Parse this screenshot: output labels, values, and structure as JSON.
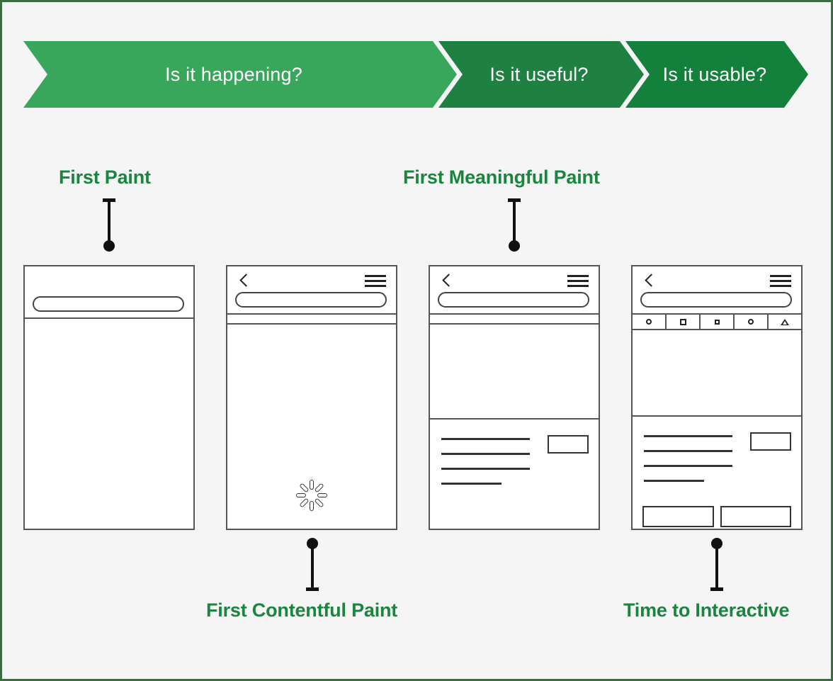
{
  "theme": {
    "page_background": "#f5f5f5",
    "page_border": "#3d6b42",
    "accent_green": "#19853f",
    "chevron_1": "#38a75b",
    "chevron_2": "#1e8141",
    "chevron_3": "#13803c",
    "outline": "#555555",
    "ink": "#111111"
  },
  "phases": [
    {
      "label": "Is it happening?"
    },
    {
      "label": "Is it useful?"
    },
    {
      "label": "Is it usable?"
    }
  ],
  "metrics": [
    {
      "label": "First Paint",
      "position": "above",
      "phone": 1
    },
    {
      "label": "First Meaningful Paint",
      "position": "above",
      "phone": 3
    },
    {
      "label": "First Contentful Paint",
      "position": "below",
      "phone": 2
    },
    {
      "label": "Time to Interactive",
      "position": "below",
      "phone": 4
    }
  ],
  "phones": [
    {
      "id": "phone-first-paint",
      "chrome": {
        "has_back": false,
        "has_menu": false,
        "has_url_bar": true
      },
      "has_strip": false,
      "has_toolbar": false,
      "has_spinner": false,
      "has_text_block": false,
      "has_buttons": false
    },
    {
      "id": "phone-first-contentful-paint",
      "chrome": {
        "has_back": true,
        "has_menu": true,
        "has_url_bar": true
      },
      "has_strip": true,
      "has_toolbar": false,
      "has_spinner": true,
      "has_text_block": false,
      "has_buttons": false
    },
    {
      "id": "phone-first-meaningful-paint",
      "chrome": {
        "has_back": true,
        "has_menu": true,
        "has_url_bar": true
      },
      "has_strip": true,
      "has_toolbar": false,
      "has_spinner": false,
      "has_text_block": true,
      "has_buttons": false
    },
    {
      "id": "phone-time-to-interactive",
      "chrome": {
        "has_back": true,
        "has_menu": true,
        "has_url_bar": true
      },
      "has_strip": false,
      "has_toolbar": true,
      "has_spinner": false,
      "has_text_block": true,
      "has_buttons": true
    }
  ],
  "toolbar_icons": [
    {
      "name": "circle-icon"
    },
    {
      "name": "square-icon"
    },
    {
      "name": "small-square-icon"
    },
    {
      "name": "circle-icon"
    },
    {
      "name": "triangle-icon"
    }
  ],
  "text_lines": [
    {
      "width": "full"
    },
    {
      "width": "full"
    },
    {
      "width": "full"
    },
    {
      "width": "short"
    }
  ],
  "action_buttons": [
    {
      "name": "primary-action-button"
    },
    {
      "name": "secondary-action-button"
    }
  ]
}
